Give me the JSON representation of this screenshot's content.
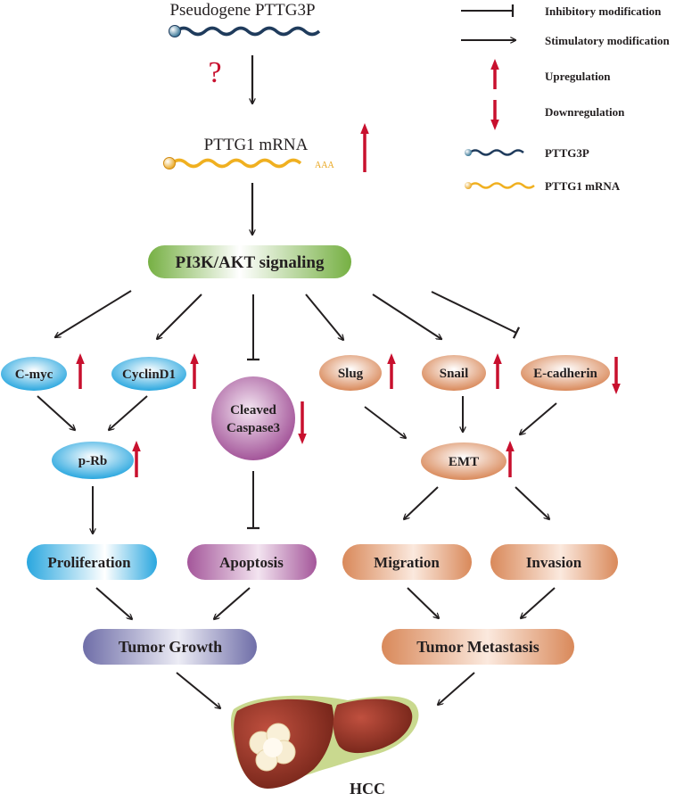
{
  "title": "Pseudogene PTTG3P",
  "question_mark": "?",
  "mrna_label": "PTTG1 mRNA",
  "polya_label": "AAA",
  "legend": {
    "inhibitory": "Inhibitory modification",
    "stimulatory": "Stimulatory modification",
    "up": "Upregulation",
    "down": "Downregulation",
    "pttg3p": "PTTG3P",
    "pttg1": "PTTG1 mRNA"
  },
  "nodes": {
    "pi3k": "PI3K/AKT signaling",
    "cmyc": "C-myc",
    "cyclind1": "CyclinD1",
    "caspase_line1": "Cleaved",
    "caspase_line2": "Caspase3",
    "slug": "Slug",
    "snail": "Snail",
    "ecadherin": "E-cadherin",
    "prb": "p-Rb",
    "emt": "EMT",
    "proliferation": "Proliferation",
    "apoptosis": "Apoptosis",
    "migration": "Migration",
    "invasion": "Invasion",
    "tumor_growth": "Tumor Growth",
    "tumor_metastasis": "Tumor Metastasis",
    "hcc": "HCC"
  },
  "colors": {
    "arrow": "#231f20",
    "regulation_red": "#c8102e",
    "pttg3p_wave": "#1f3b5c",
    "pttg1_wave": "#f0b020",
    "green": "#76b043",
    "blue": "#2aa7df",
    "purple": "#a4569a",
    "orange": "#d9895a",
    "slate": "#6f6ea8"
  }
}
